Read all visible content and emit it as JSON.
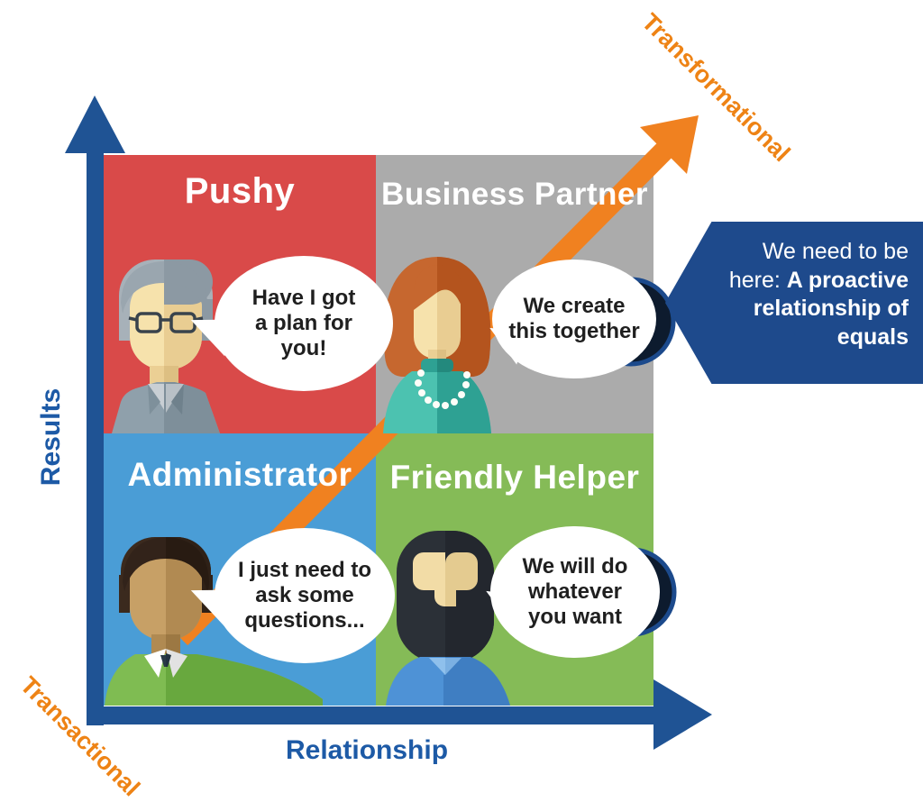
{
  "page": {
    "background": "#FFFFFF"
  },
  "matrix": {
    "title_color": "#FFFFFF",
    "bubble_text_color": "#1F1F1F",
    "quadrants": [
      {
        "key": "pushy",
        "title": "Pushy",
        "color": "#D94A49",
        "bubble": "Have I got a plan for you!",
        "avatar": "older-man-grey-hair-glasses"
      },
      {
        "key": "business-partner",
        "title": "Business Partner",
        "color": "#ABABAB",
        "bubble": "We create this together",
        "avatar": "woman-auburn-bob-pearl-necklace"
      },
      {
        "key": "administrator",
        "title": "Administrator",
        "color": "#4A9DD6",
        "bubble": "I just need to ask some questions...",
        "avatar": "man-brown-hair-green-sweater"
      },
      {
        "key": "friendly-helper",
        "title": "Friendly Helper",
        "color": "#85BB57",
        "bubble": "We will do whatever you want",
        "avatar": "man-black-beard-blue-shirt"
      }
    ]
  },
  "axes": {
    "y_label": "Results",
    "x_label": "Relationship",
    "axis_color": "#1F5394",
    "label_color": "#1D5AA6",
    "diagonal": {
      "start_label": "Transactional",
      "end_label": "Transformational",
      "color": "#F08120",
      "label_color": "#EE8315"
    }
  },
  "callout": {
    "text_regular": "We need to be here: ",
    "text_bold": "A proactive relationship of equals",
    "background": "#1E4A8C",
    "text_color": "#FFFFFF"
  }
}
